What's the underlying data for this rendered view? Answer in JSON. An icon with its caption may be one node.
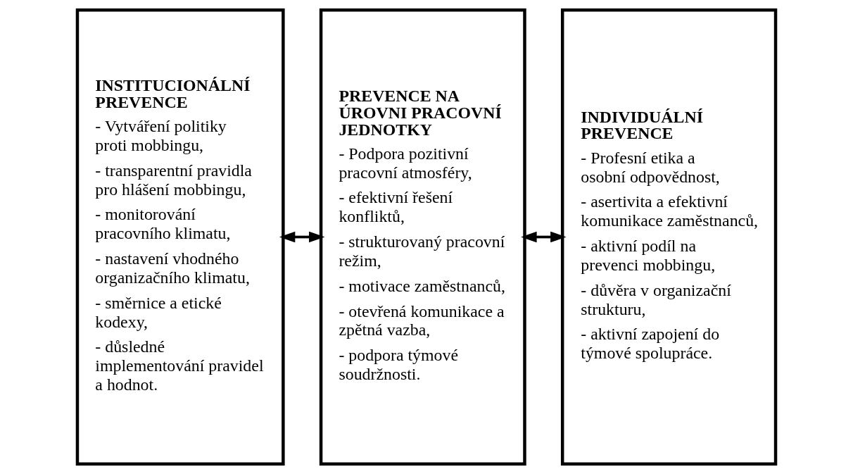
{
  "diagram": {
    "nodes": [
      {
        "text": [
          "INSTITUCIONÁLNÍ PREVENCE",
          "- Vytváření politiky proti mobbingu,",
          "- transparentní pravidla pro hlášení mobbingu,",
          "- monitorování pracovního klimatu,",
          "- nastavení vhodného organizačního klimatu,",
          "- směrnice a etické kodexy,",
          "- důsledné implementování pravidel a hodnot."
        ]
      },
      {
        "text": [
          "PREVENCE NA ÚROVNI PRACOVNÍ JEDNOTKY",
          "- Podpora pozitivní pracovní atmosféry,",
          "- efektivní řešení konfliktů,",
          "- strukturovaný pracovní režim,",
          "- motivace zaměstnanců,",
          "- otevřená komunikace a zpětná vazba,",
          "- podpora týmové soudržnosti."
        ]
      },
      {
        "text": [
          "INDIVIDUÁLNÍ PREVENCE",
          "- Profesní etika a osobní odpovědnost,",
          "- asertivita a efektivní komunikace zaměstnanců,",
          "- aktivní podíl na prevenci mobbingu,",
          "- důvěra v organizační strukturu,",
          "- aktivní zapojení do týmové spolupráce."
        ]
      }
    ],
    "edges": [
      {
        "from": 0,
        "to": 1,
        "arrow": "both"
      },
      {
        "from": 1,
        "to": 2,
        "arrow": "both"
      }
    ]
  }
}
